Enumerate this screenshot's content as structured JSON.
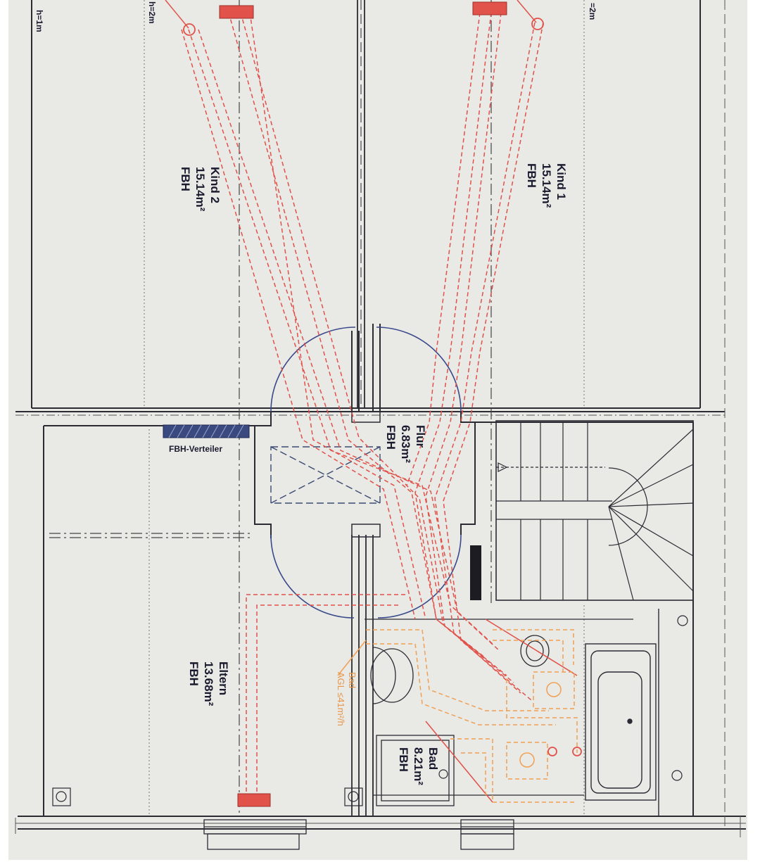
{
  "colors": {
    "paper": "#e9e9e6",
    "wall": "#2b2b33",
    "pipe_red": "#e0524a",
    "pipe_orange": "#f0a055",
    "door_arc": "#3a4a8a",
    "distributor": "#3a4a80"
  },
  "rooms": {
    "kind1": {
      "name": "Kind 1",
      "area": "15.14m²",
      "type": "FBH"
    },
    "kind2": {
      "name": "Kind 2",
      "area": "15.14m²",
      "type": "FBH"
    },
    "flur": {
      "name": "Flur",
      "area": "6.83m²",
      "type": "FBH"
    },
    "eltern": {
      "name": "Eltern",
      "area": "13.68m²",
      "type": "FBH"
    },
    "bad": {
      "name": "Bad",
      "area": "8.21m²",
      "type": "FBH"
    }
  },
  "bad_note": {
    "line1": "Bad",
    "line2": "AGL ≤41m²/h"
  },
  "distributor_label": "FBH-Verteiler",
  "heights": {
    "h_left": "h=1m",
    "h_mid": "h=2m",
    "h_right": "=2m"
  }
}
